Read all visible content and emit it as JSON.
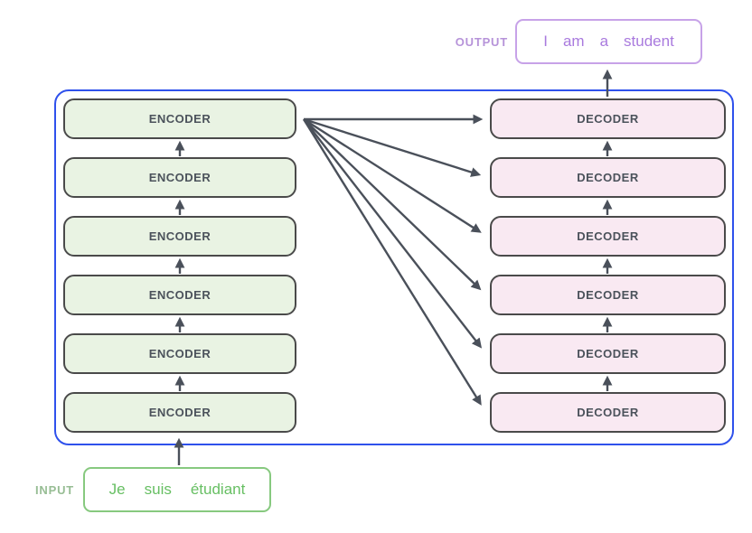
{
  "diagram": {
    "title": "transformer-encoder-decoder-stack",
    "output_label": "OUTPUT",
    "output_sentence": [
      "I",
      "am",
      "a",
      "student"
    ],
    "input_label": "INPUT",
    "input_sentence": [
      "Je",
      "suis",
      "étudiant"
    ],
    "encoder_label": "ENCODER",
    "decoder_label": "DECODER",
    "encoder_count": 6,
    "decoder_count": 6,
    "colors": {
      "container_border": "#2f51ec",
      "encoder_fill": "#e9f3e3",
      "decoder_fill": "#f9e9f2",
      "block_border": "#4a4a4a",
      "block_text": "#4b525b",
      "arrow": "#4a505a",
      "output_box_border": "#c7a2e8",
      "output_text": "#a97ade",
      "output_label_color": "#b693d9",
      "input_box_border": "#87c97f",
      "input_text": "#67bf63",
      "input_label_color": "#97bd94"
    }
  }
}
